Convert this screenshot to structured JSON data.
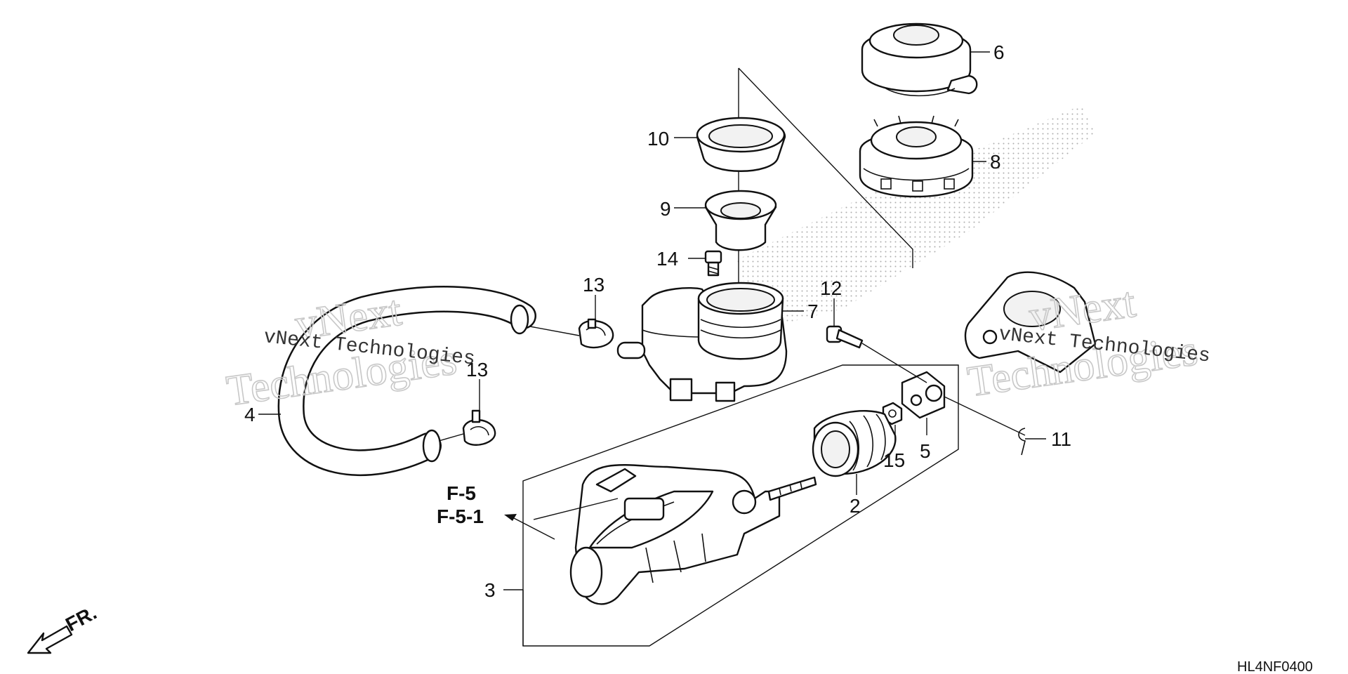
{
  "callouts": {
    "c2": "2",
    "c3": "3",
    "c4": "4",
    "c5": "5",
    "c6": "6",
    "c7": "7",
    "c8": "8",
    "c9": "9",
    "c10": "10",
    "c11": "11",
    "c12": "12",
    "c13a": "13",
    "c13b": "13",
    "c14": "14",
    "c15": "15"
  },
  "references": {
    "ref1": "F-5",
    "ref2": "F-5-1"
  },
  "front_label": "FR.",
  "diagram_code": "HL4NF0400",
  "watermarks": [
    {
      "line1": "vNext",
      "line2": "Technologies",
      "caption": "vNext Technologies"
    },
    {
      "line1": "vNext",
      "line2": "Technologies",
      "caption": "vNext Technologies"
    }
  ]
}
